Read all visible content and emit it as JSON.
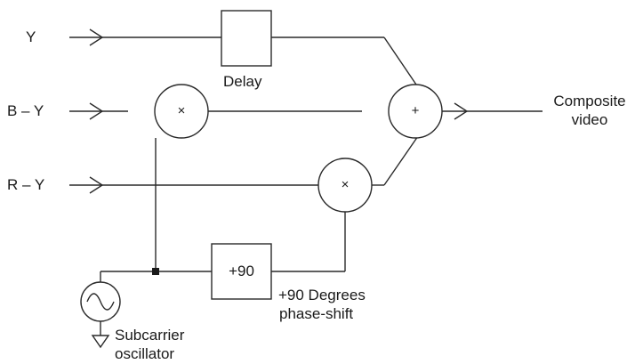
{
  "inputs": {
    "y": "Y",
    "b_y": "B – Y",
    "r_y": "R – Y"
  },
  "blocks": {
    "delay": "Delay",
    "phase_box": "+90",
    "phase_caption_line1": "+90 Degrees",
    "phase_caption_line2": "phase-shift",
    "oscillator_line1": "Subcarrier",
    "oscillator_line2": "oscillator"
  },
  "operators": {
    "multiply": "×",
    "add": "+"
  },
  "output": {
    "line1": "Composite",
    "line2": "video"
  },
  "colors": {
    "line": "#2a2a2a",
    "background": "#ffffff"
  }
}
